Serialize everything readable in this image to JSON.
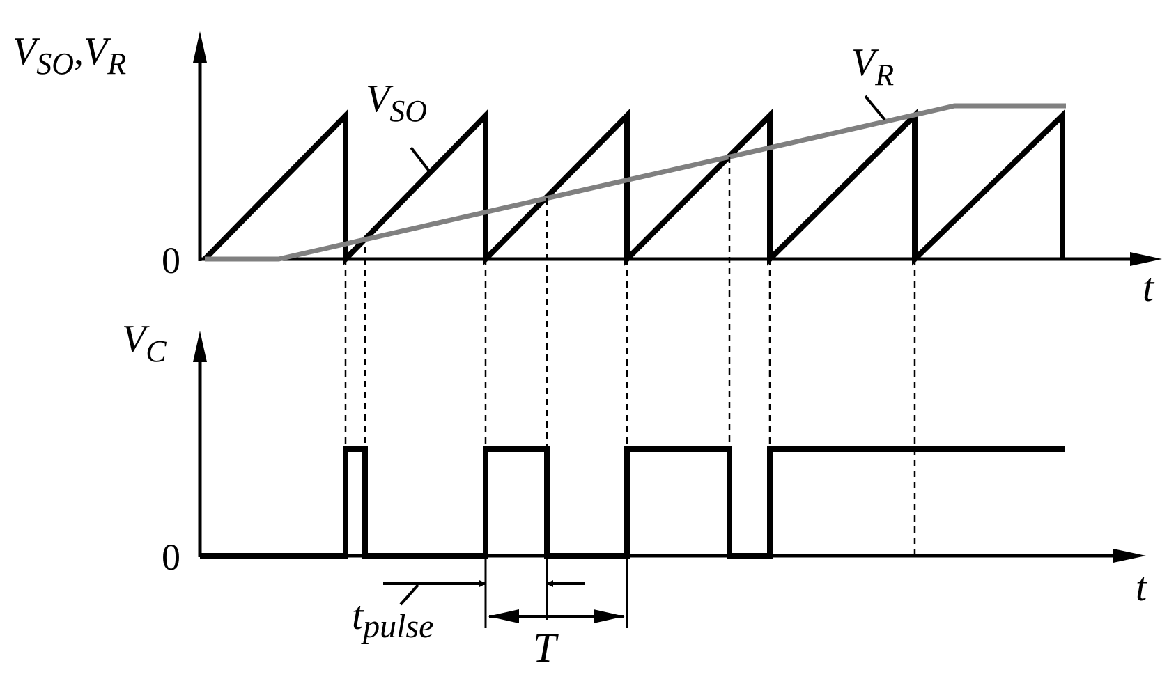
{
  "top_plot": {
    "y_label_v1": "V",
    "y_label_v1_sub": "SO",
    "y_label_sep": ",",
    "y_label_v2": "V",
    "y_label_v2_sub": "R",
    "zero_label": "0",
    "x_label": "t",
    "vso_label": "V",
    "vso_label_sub": "SO",
    "vr_label": "V",
    "vr_label_sub": "R"
  },
  "bottom_plot": {
    "y_label": "V",
    "y_label_sub": "C",
    "zero_label": "0",
    "x_label": "t",
    "tpulse_label": "t",
    "tpulse_label_sub": "pulse",
    "period_label": "T"
  },
  "colors": {
    "ink": "#000000",
    "vr_trace": "#808080"
  }
}
